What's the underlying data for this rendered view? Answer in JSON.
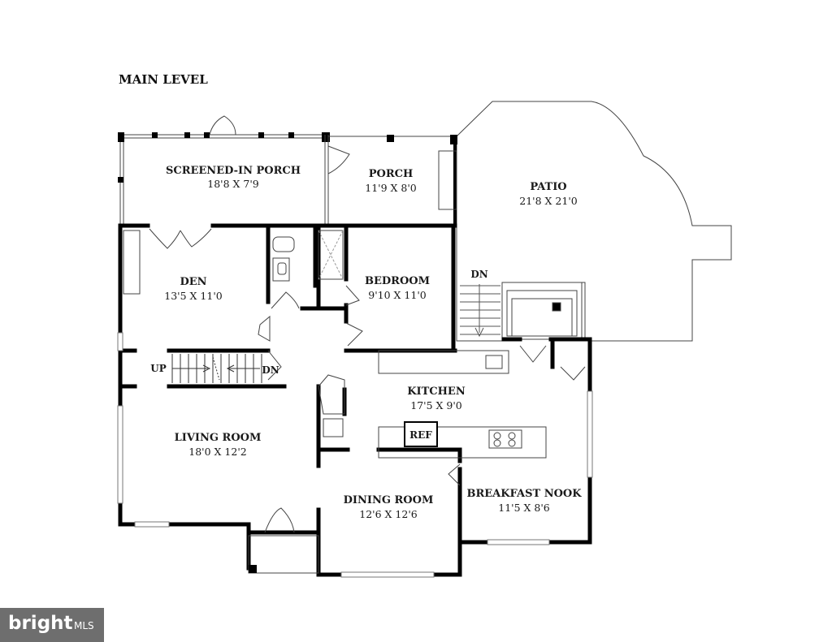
{
  "title": "MAIN LEVEL",
  "rooms": {
    "screened_porch": {
      "name": "SCREENED-IN PORCH",
      "size": "18'8 X 7'9"
    },
    "porch": {
      "name": "PORCH",
      "size": "11'9 X 8'0"
    },
    "patio": {
      "name": "PATIO",
      "size": "21'8 X 21'0"
    },
    "den": {
      "name": "DEN",
      "size": "13'5 X 11'0"
    },
    "bedroom": {
      "name": "BEDROOM",
      "size": "9'10 X 11'0"
    },
    "kitchen": {
      "name": "KITCHEN",
      "size": "17'5 X 9'0"
    },
    "living_room": {
      "name": "LIVING ROOM",
      "size": "18'0 X 12'2"
    },
    "dining_room": {
      "name": "DINING ROOM",
      "size": "12'6 X 12'6"
    },
    "breakfast_nook": {
      "name": "BREAKFAST NOOK",
      "size": "11'5 X 8'6"
    }
  },
  "labels": {
    "up": "UP",
    "dn_stair": "DN",
    "dn_deck": "DN",
    "ref": "REF"
  },
  "watermark": {
    "brand": "bright",
    "suffix": "MLS"
  }
}
